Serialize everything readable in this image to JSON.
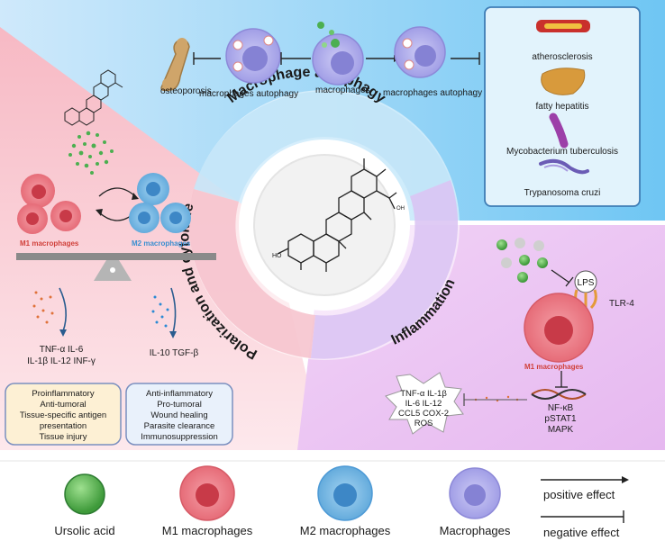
{
  "ring": {
    "macrophage_autophagy": "Macrophage autophagy",
    "polarization": "Polarization and cytokine",
    "inflammation": "Inflammation"
  },
  "top": {
    "osteoporosis": "osteoporosis",
    "autophagy_left": "macrophages autophagy",
    "macrophages": "macrophages",
    "autophagy_right": "macrophages autophagy"
  },
  "diseases": [
    "atherosclerosis",
    "fatty hepatitis",
    "Mycobacterium tuberculosis",
    "Trypanosoma cruzi"
  ],
  "polarization": {
    "m1_label": "M1 macrophages",
    "m2_label": "M2 macrophages",
    "m1_cytokines": [
      "TNF-α IL-6",
      "IL-1β IL-12 INF-γ"
    ],
    "m2_cytokines": "IL-10 TGF-β",
    "m1_effects": [
      "Proinflammatory",
      "Anti-tumoral",
      "Tissue-specific antigen",
      "presentation",
      "Tissue injury"
    ],
    "m2_effects": [
      "Anti-inflammatory",
      "Pro-tumoral",
      "Wound healing",
      "Parasite clearance",
      "Immunosuppression"
    ]
  },
  "inflammation": {
    "lps": "LPS",
    "tlr4": "TLR-4",
    "m1_label": "M1 macrophages",
    "pathways": [
      "NF-κB",
      "pSTAT1",
      "MAPK"
    ],
    "mediators": [
      "TNF-α  IL-1β",
      "IL-6  IL-12",
      "CCL5 COX-2",
      "ROS"
    ]
  },
  "legend": {
    "ursolic": "Ursolic acid",
    "m1": "M1 macrophages",
    "m2": "M2 macrophages",
    "mac": "Macrophages",
    "positive": "positive effect",
    "negative": "negative effect"
  },
  "colors": {
    "m1_fill": "#e8707a",
    "m2_fill": "#6cb4e0",
    "mac_fill": "#a7a4e8",
    "ursolic_fill": "#4caf50",
    "m1_text": "#d0403a",
    "m2_text": "#3a8fd0"
  }
}
